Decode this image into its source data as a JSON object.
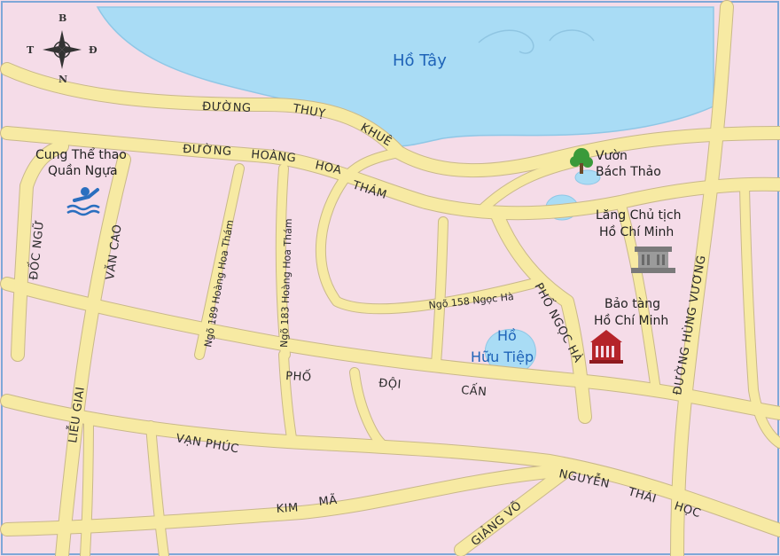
{
  "compass": {
    "north": "B",
    "south": "N",
    "west": "T",
    "east": "Đ"
  },
  "lakes": {
    "ho_tay": "Hồ Tây",
    "ho_huu_tiep": [
      "Hồ",
      "Hữu Tiệp"
    ]
  },
  "landmarks": {
    "sports_center": [
      "Cung Thể thao",
      "Quần Ngựa"
    ],
    "botanical_garden": [
      "Vườn",
      "Bách Thảo"
    ],
    "mausoleum": [
      "Lăng Chủ tịch",
      "Hồ Chí Minh"
    ],
    "museum": [
      "Bảo tàng",
      "Hồ Chí Minh"
    ]
  },
  "streets": {
    "thuy_khue": [
      "ĐƯỜNG",
      "THUỴ",
      "KHUÊ"
    ],
    "hoang_hoa_tham": [
      "ĐƯỜNG",
      "HOÀNG",
      "HOA",
      "THÁM"
    ],
    "doc_ngu": "ĐỐC NGỮ",
    "van_cao": "VĂN CAO",
    "ngo_189": "Ngõ 189 Hoàng Hoa Thám",
    "ngo_183": "Ngõ 183 Hoàng Hoa Thám",
    "ngo_158": "Ngõ 158 Ngọc Hà",
    "pho_ngoc_ha": "PHỐ NGỌC HÀ",
    "hung_vuong": "ĐƯỜNG HÙNG VƯƠNG",
    "doi_can": [
      "PHỐ",
      "ĐỘI",
      "CẤN"
    ],
    "lieu_giai": "LIỄU GIAI",
    "van_phuc": "VẠN PHÚC",
    "kim_ma": [
      "KIM",
      "MÃ"
    ],
    "nguyen_thai_hoc": [
      "NGUYỄN",
      "THÁI",
      "HỌC"
    ],
    "giang_vo": "GIẢNG VÕ"
  },
  "colors": {
    "land": "#f5dce8",
    "water": "#a9dcf5",
    "road": "#f7eaa3",
    "road_edge": "#c9b88a",
    "museum": "#b5242a"
  }
}
